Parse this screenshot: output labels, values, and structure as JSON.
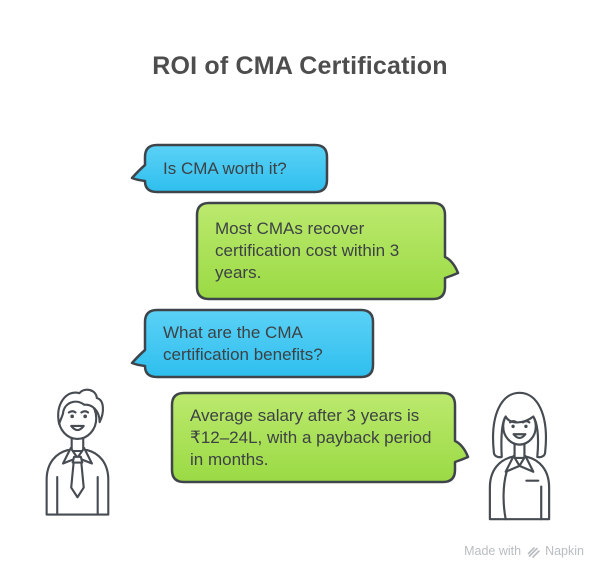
{
  "title": "ROI of CMA Certification",
  "conversation": {
    "messages": [
      {
        "speaker": "man",
        "role": "question",
        "text": "Is CMA worth it?"
      },
      {
        "speaker": "woman",
        "role": "answer",
        "text": "Most CMAs recover certification cost within 3 years."
      },
      {
        "speaker": "man",
        "role": "question",
        "text": "What are the CMA certification benefits?"
      },
      {
        "speaker": "woman",
        "role": "answer",
        "text": "Average salary after 3 years is ₹12–24L, with a payback period in months."
      }
    ]
  },
  "figures": {
    "left": "man",
    "right": "woman"
  },
  "watermark": {
    "prefix": "Made with",
    "brand": "Napkin"
  },
  "colors": {
    "question_bubble_top": "#5bd1f6",
    "question_bubble_bottom": "#2fbfee",
    "answer_bubble_top": "#bce96e",
    "answer_bubble_bottom": "#9ada44",
    "bubble_border": "#3f444a",
    "bubble_text": "#3d4245",
    "title_text": "#4d4d4d",
    "watermark_text": "#b9bdc1",
    "figure_line": "#474c52"
  }
}
